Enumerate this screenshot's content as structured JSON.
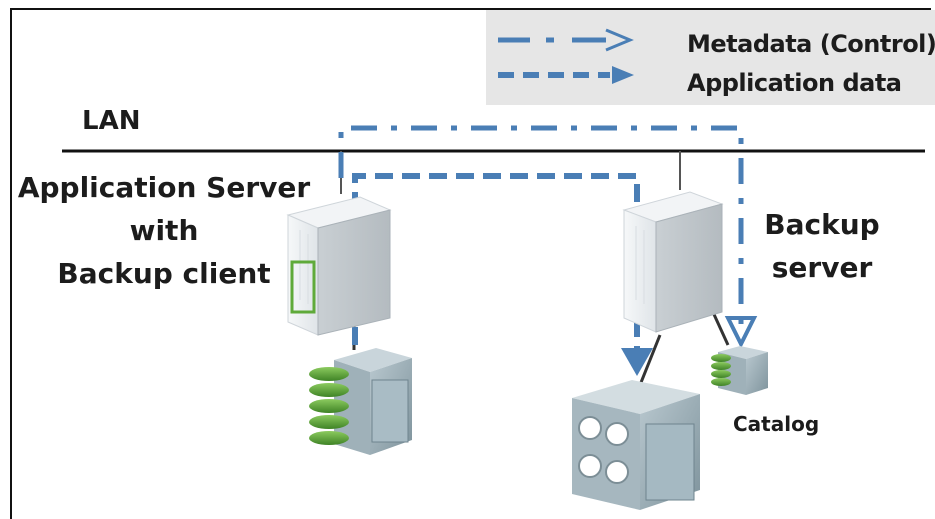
{
  "legend": {
    "control_label": "Metadata (Control)",
    "data_label": "Application data"
  },
  "labels": {
    "lan": "LAN",
    "app_server": [
      "Application Server",
      "with",
      "Backup client"
    ],
    "backup_server": [
      "Backup",
      "server"
    ],
    "catalog": "Catalog"
  },
  "colors": {
    "flow_blue": "#4a7eb5",
    "lan_line": "#111111",
    "disk_green": "#4f9a34",
    "server_gray": "#e8ecef",
    "storage_gray": "#8a9ea8"
  },
  "icons": {
    "app_server": "server-icon",
    "app_storage": "disk-storage-icon",
    "backup_server": "server-icon",
    "backup_storage": "tape-storage-icon",
    "catalog": "database-icon"
  }
}
